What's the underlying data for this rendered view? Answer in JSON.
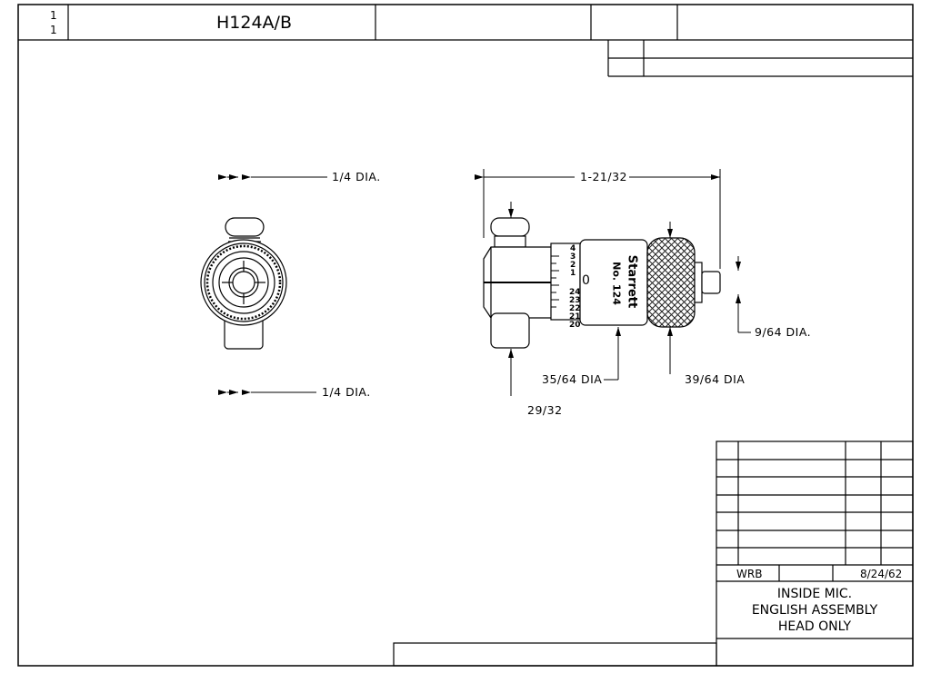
{
  "header": {
    "sheet_number": "1",
    "sheet_total": "1",
    "drawing_number": "H124A/B"
  },
  "dimensions": {
    "end_view_top": "1/4 DIA.",
    "end_view_bottom": "1/4 DIA.",
    "overall_length": "1-21/32",
    "spindle_dia": "9/64 DIA.",
    "sleeve_dia": "35/64 DIA",
    "thimble_dia": "39/64 DIA",
    "anvil_offset": "29/32"
  },
  "part_markings": {
    "brand": "Starrett",
    "model": "No. 124",
    "sleeve_digits": [
      "4",
      "3",
      "2",
      "1"
    ],
    "thimble_zero": "0",
    "thimble_digits": [
      "24",
      "23",
      "22",
      "21",
      "20"
    ]
  },
  "title_block": {
    "drawn_by": "WRB",
    "date": "8/24/62",
    "title_line1": "INSIDE MIC.",
    "title_line2": "ENGLISH ASSEMBLY",
    "title_line3": "HEAD ONLY"
  }
}
